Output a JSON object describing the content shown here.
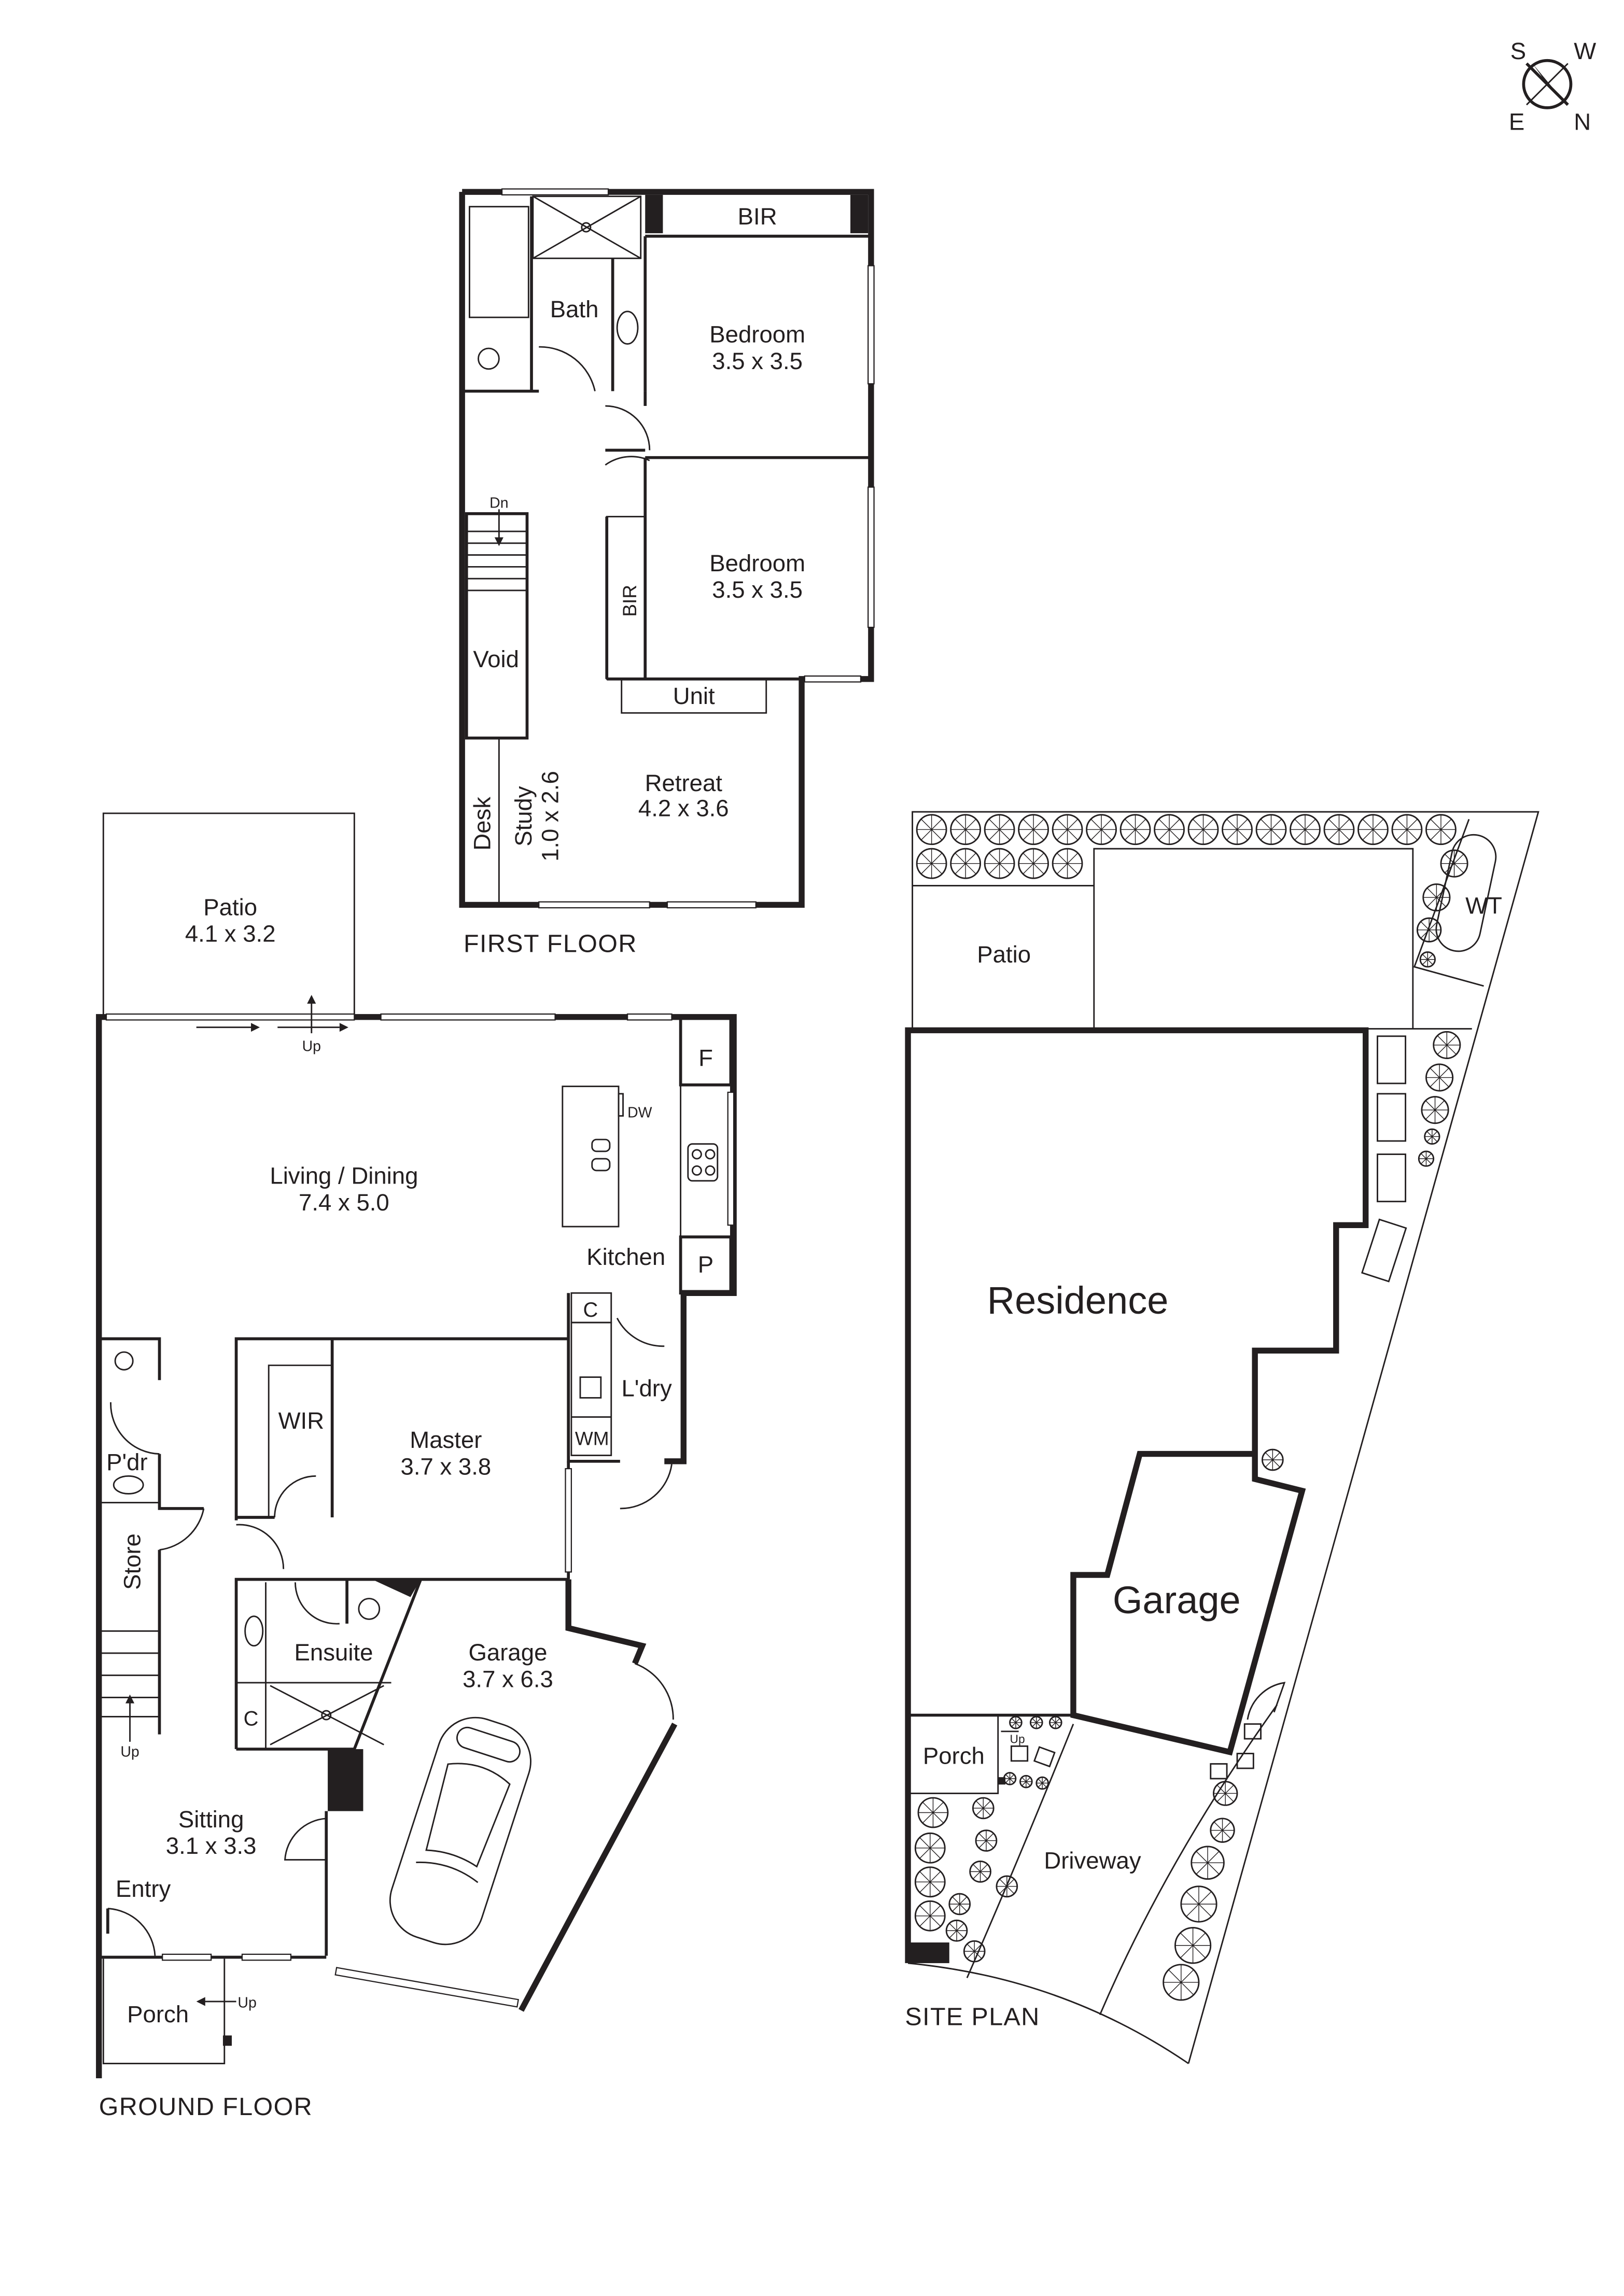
{
  "compass": {
    "s": "S",
    "w": "W",
    "e": "E",
    "n": "N"
  },
  "first_floor": {
    "title": "FIRST FLOOR",
    "bir_top": "BIR",
    "bath": "Bath",
    "bedroom1": {
      "name": "Bedroom",
      "size": "3.5 x 3.5"
    },
    "bedroom2": {
      "name": "Bedroom",
      "size": "3.5 x 3.5"
    },
    "bir_side": "BIR",
    "dn": "Dn",
    "void": "Void",
    "unit": "Unit",
    "retreat": {
      "name": "Retreat",
      "size": "4.2 x 3.6"
    },
    "desk": "Desk",
    "study": {
      "name": "Study",
      "size": "1.0 x 2.6"
    }
  },
  "ground_floor": {
    "title": "GROUND FLOOR",
    "patio": {
      "name": "Patio",
      "size": "4.1 x 3.2"
    },
    "up_patio": "Up",
    "living": {
      "name": "Living / Dining",
      "size": "7.4 x 5.0"
    },
    "f": "F",
    "dw": "DW",
    "kitchen": "Kitchen",
    "p": "P",
    "c_laundry": "C",
    "laundry": "L'dry",
    "wm": "WM",
    "wir": "WIR",
    "master": {
      "name": "Master",
      "size": "3.7 x 3.8"
    },
    "pdr": "P'dr",
    "store": "Store",
    "up_stairs": "Up",
    "ensuite": "Ensuite",
    "c_ensuite": "C",
    "garage": {
      "name": "Garage",
      "size": "3.7 x 6.3"
    },
    "sitting": {
      "name": "Sitting",
      "size": "3.1 x 3.3"
    },
    "entry": "Entry",
    "porch": "Porch",
    "up_porch": "Up"
  },
  "site_plan": {
    "title": "SITE PLAN",
    "patio": "Patio",
    "wt": "WT",
    "residence": "Residence",
    "garage": "Garage",
    "porch": "Porch",
    "up": "Up",
    "driveway": "Driveway"
  }
}
